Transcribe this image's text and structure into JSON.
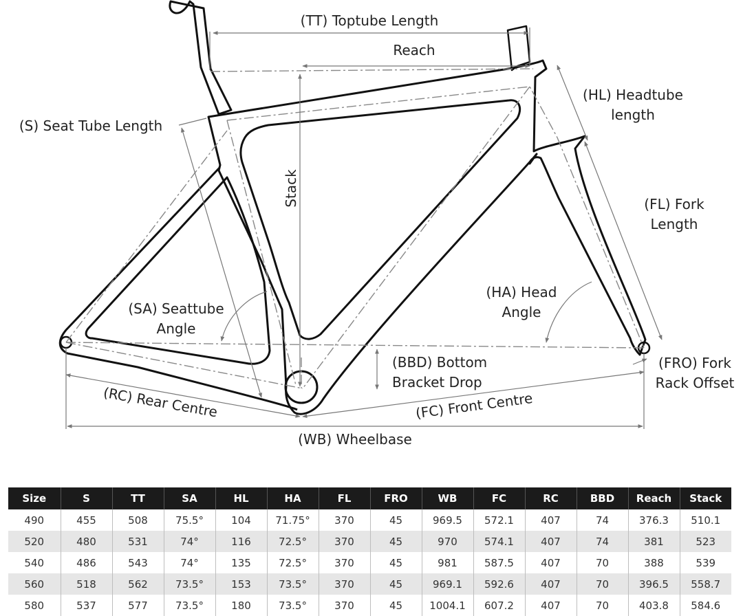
{
  "labels": {
    "toptube": "(TT) Toptube Length",
    "reach": "Reach",
    "headtube_1": "(HL) Headtube",
    "headtube_2": "length",
    "seat_tube": "(S) Seat Tube Length",
    "stack": "Stack",
    "fork_1": "(FL) Fork",
    "fork_2": "Length",
    "head_angle_1": "(HA) Head",
    "head_angle_2": "Angle",
    "seat_angle_1": "(SA) Seattube",
    "seat_angle_2": "Angle",
    "bbd_1": "(BBD) Bottom",
    "bbd_2": "Bracket Drop",
    "fro_1": "(FRO) Fork",
    "fro_2": "Rack Offset",
    "rear_centre": "(RC) Rear Centre",
    "front_centre": "(FC) Front Centre",
    "wheelbase": "(WB) Wheelbase"
  },
  "table": {
    "headers": [
      "Size",
      "S",
      "TT",
      "SA",
      "HL",
      "HA",
      "FL",
      "FRO",
      "WB",
      "FC",
      "RC",
      "BBD",
      "Reach",
      "Stack"
    ],
    "rows": [
      [
        "490",
        "455",
        "508",
        "75.5°",
        "104",
        "71.75°",
        "370",
        "45",
        "969.5",
        "572.1",
        "407",
        "74",
        "376.3",
        "510.1"
      ],
      [
        "520",
        "480",
        "531",
        "74°",
        "116",
        "72.5°",
        "370",
        "45",
        "970",
        "574.1",
        "407",
        "74",
        "381",
        "523"
      ],
      [
        "540",
        "486",
        "543",
        "74°",
        "135",
        "72.5°",
        "370",
        "45",
        "981",
        "587.5",
        "407",
        "70",
        "388",
        "539"
      ],
      [
        "560",
        "518",
        "562",
        "73.5°",
        "153",
        "73.5°",
        "370",
        "45",
        "969.1",
        "592.6",
        "407",
        "70",
        "396.5",
        "558.7"
      ],
      [
        "580",
        "537",
        "577",
        "73.5°",
        "180",
        "73.5°",
        "370",
        "45",
        "1004.1",
        "607.2",
        "407",
        "70",
        "403.8",
        "584.6"
      ]
    ]
  }
}
